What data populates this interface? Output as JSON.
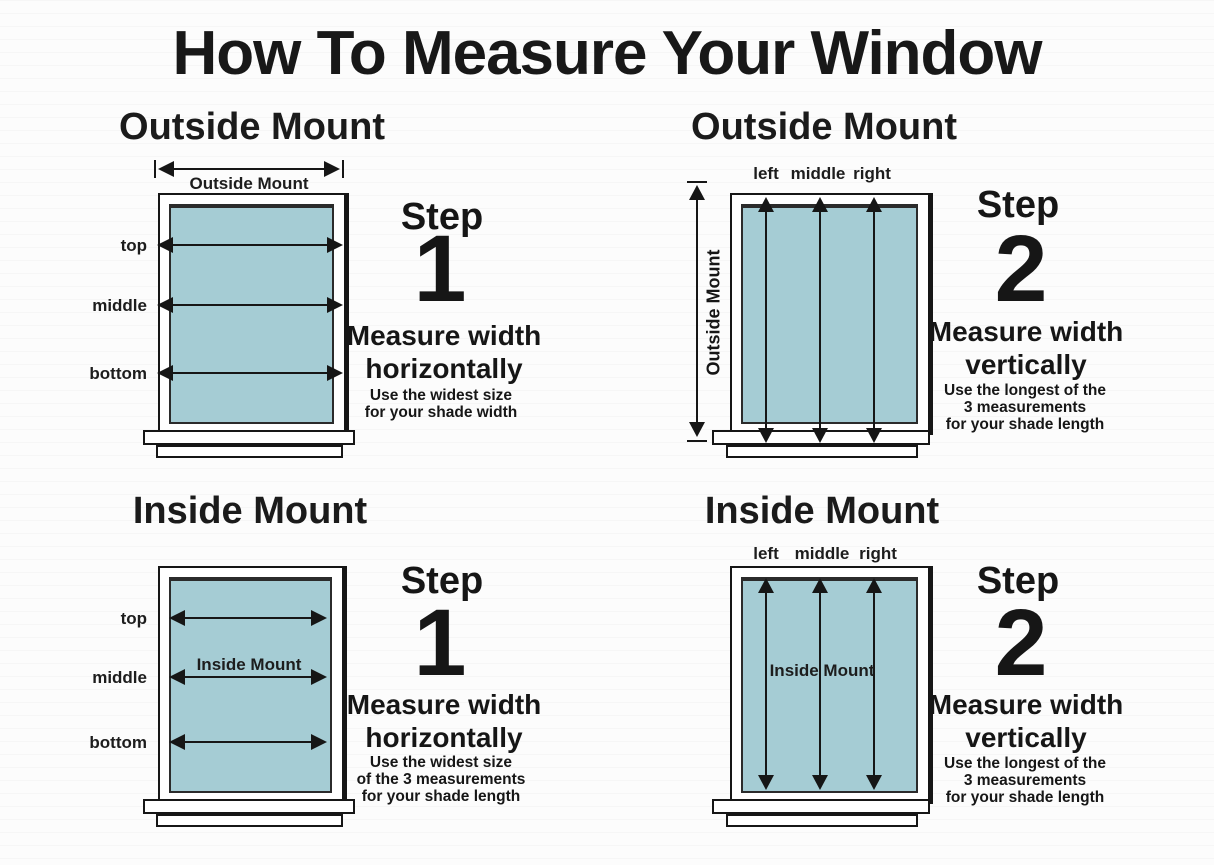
{
  "title": "How To Measure Your Window",
  "colors": {
    "pane": "#a5ccd4",
    "ink": "#161616",
    "bg": "#fcfcfc"
  },
  "quadrants": {
    "outside_h": {
      "heading": "Outside Mount",
      "dim_label": "Outside Mount",
      "row_labels": [
        "top",
        "middle",
        "bottom"
      ],
      "step_word": "Step",
      "step_number": "1",
      "instruction": [
        "Measure width",
        "horizontally"
      ],
      "notes": [
        "Use the widest size",
        "for your shade width"
      ]
    },
    "outside_v": {
      "heading": "Outside Mount",
      "col_labels": [
        "left",
        "middle",
        "right"
      ],
      "dim_label": "Outside Mount",
      "step_word": "Step",
      "step_number": "2",
      "instruction": [
        "Measure width",
        "vertically"
      ],
      "notes": [
        "Use the longest of the",
        "3 measurements",
        "for your shade length"
      ]
    },
    "inside_h": {
      "heading": "Inside Mount",
      "pane_label": "Inside Mount",
      "row_labels": [
        "top",
        "middle",
        "bottom"
      ],
      "step_word": "Step",
      "step_number": "1",
      "instruction": [
        "Measure width",
        "horizontally"
      ],
      "notes": [
        "Use the widest size",
        "of the 3 measurements",
        "for your shade length"
      ]
    },
    "inside_v": {
      "heading": "Inside Mount",
      "col_labels": [
        "left",
        "middle",
        "right"
      ],
      "pane_label": "Inside Mount",
      "step_word": "Step",
      "step_number": "2",
      "instruction": [
        "Measure width",
        "vertically"
      ],
      "notes": [
        "Use the longest of the",
        "3 measurements",
        "for your shade length"
      ]
    }
  }
}
